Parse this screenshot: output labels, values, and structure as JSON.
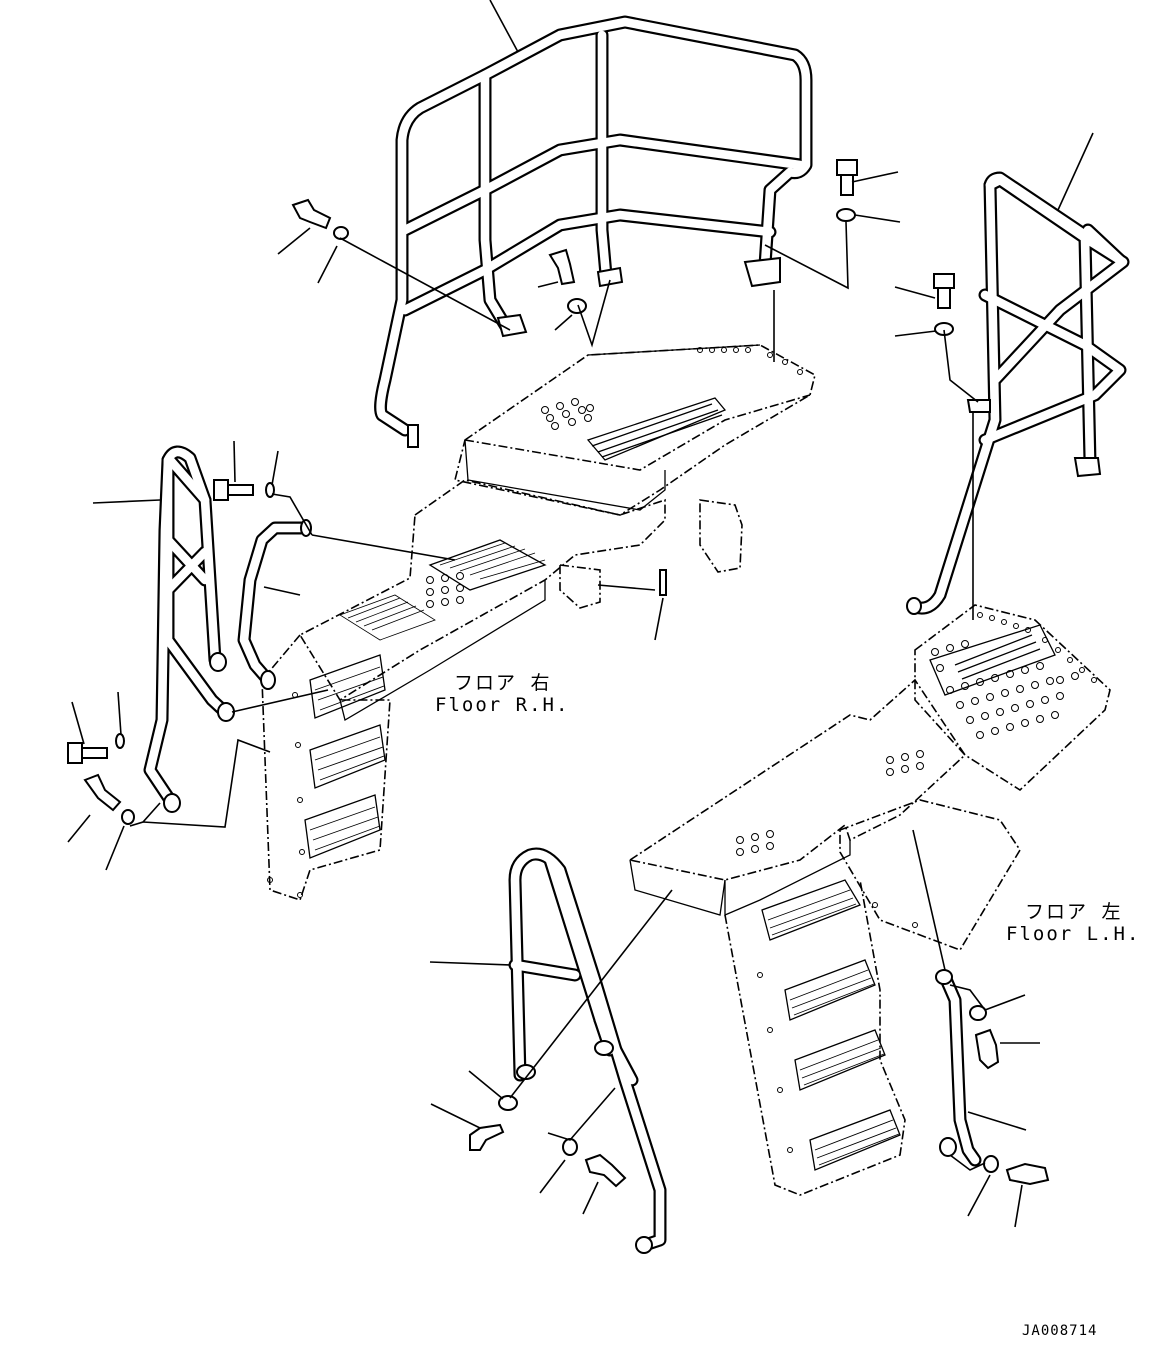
{
  "labels": {
    "floor_rh_jp": "フロア 右",
    "floor_rh_en": "Floor R.H.",
    "floor_lh_jp": "フロア 左",
    "floor_lh_en": "Floor L.H.",
    "drawing_code": "JA008714"
  }
}
